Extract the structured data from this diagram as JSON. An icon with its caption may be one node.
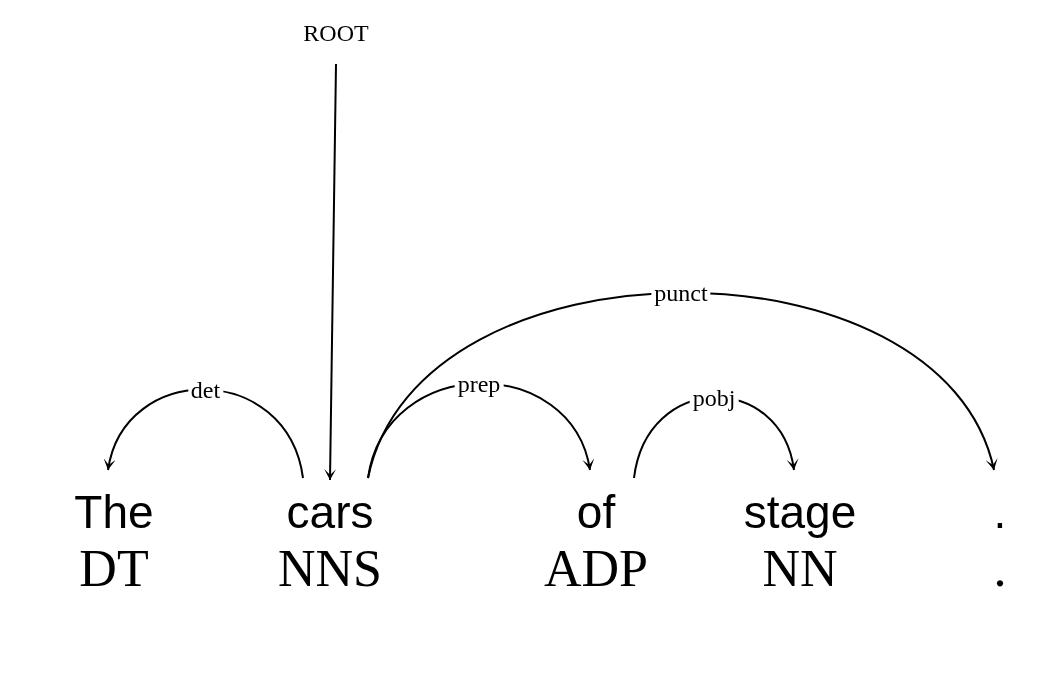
{
  "diagram": {
    "nodes": [
      {
        "text": [
          "ROOT"
        ]
      },
      {
        "text": [
          "The",
          "DT"
        ]
      },
      {
        "text": [
          "cars",
          "NNS"
        ]
      },
      {
        "text": [
          "of",
          "ADP"
        ]
      },
      {
        "text": [
          "stage",
          "NN"
        ]
      },
      {
        "text": [
          ".",
          "."
        ]
      }
    ],
    "edges": [
      {
        "from": 0,
        "to": 2,
        "arrow": "to"
      },
      {
        "from": 2,
        "to": 1,
        "arrow": "to",
        "label": "det"
      },
      {
        "from": 2,
        "to": 3,
        "arrow": "to",
        "label": "prep"
      },
      {
        "from": 3,
        "to": 4,
        "arrow": "to",
        "label": "pobj"
      },
      {
        "from": 2,
        "to": 5,
        "arrow": "to",
        "label": "punct"
      }
    ]
  }
}
